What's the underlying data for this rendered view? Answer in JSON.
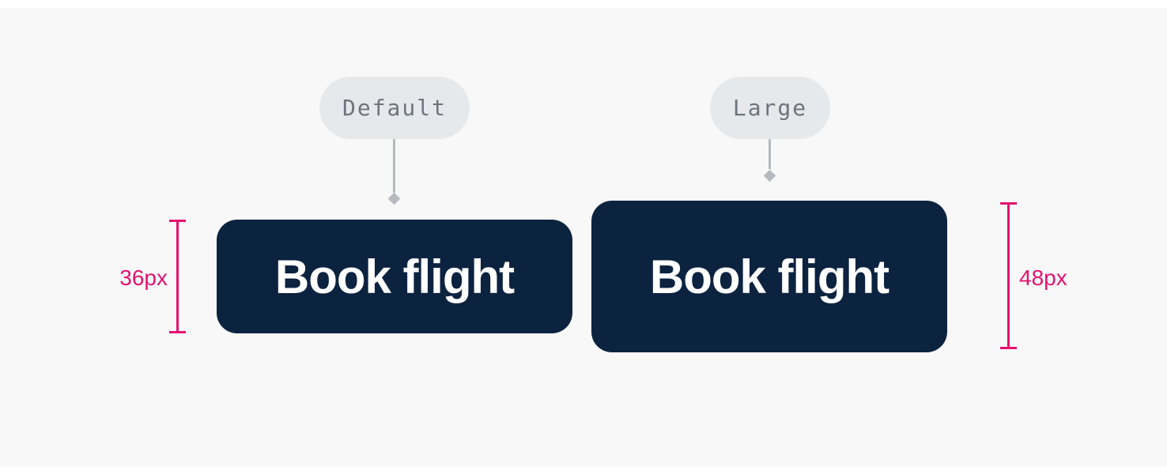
{
  "colors": {
    "page_background": "#f8f8f8",
    "button_background": "#0c2340",
    "button_text": "#ffffff",
    "pill_background": "#e6e9eb",
    "pill_text": "#6d747c",
    "connector": "#b6babf",
    "measurement": "#e5126f"
  },
  "variants": [
    {
      "id": "default",
      "label": "Default",
      "button_text": "Book flight",
      "height_annotation": "36px"
    },
    {
      "id": "large",
      "label": "Large",
      "button_text": "Book flight",
      "height_annotation": "48px"
    }
  ]
}
